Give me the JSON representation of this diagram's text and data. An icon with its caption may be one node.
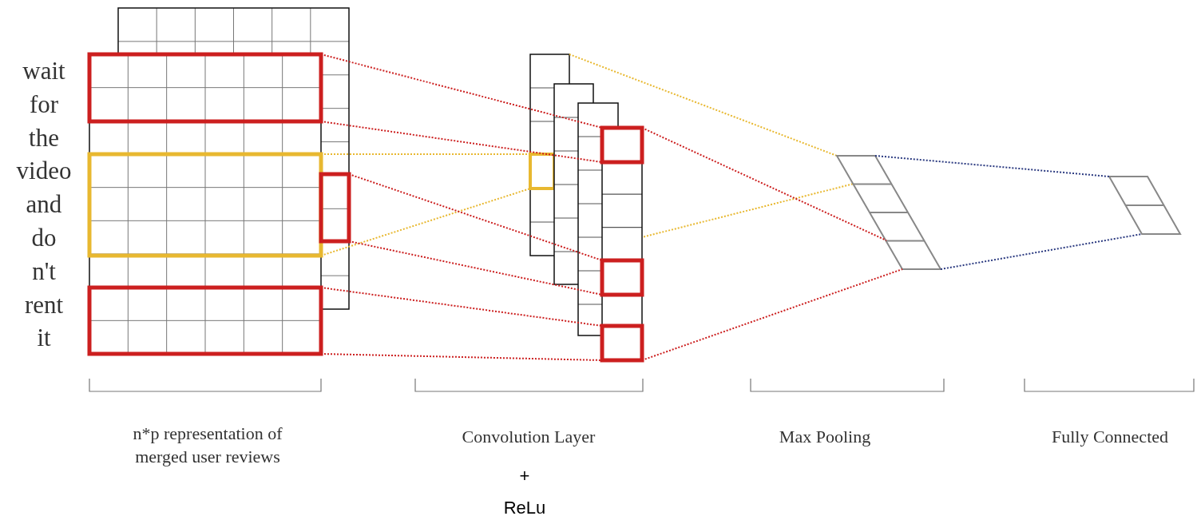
{
  "diagram": {
    "nodes": [
      {
        "text": [],
        "shape": "box"
      },
      {
        "text": [],
        "shape": "box"
      },
      {
        "text": [],
        "shape": "box"
      },
      {
        "text": [],
        "shape": "box"
      },
      {
        "text": [],
        "shape": "box"
      },
      {
        "text": [],
        "shape": "box",
        "in": 4
      },
      {
        "text": [],
        "shape": "box"
      },
      {
        "text": [],
        "shape": "box",
        "in": 6
      },
      {
        "text": [],
        "shape": "box",
        "in": 6
      },
      {
        "text": [],
        "shape": "box",
        "in": 6
      },
      {
        "text": [],
        "shape": "box"
      },
      {
        "text": [],
        "shape": "box"
      }
    ],
    "edges": [
      {
        "from": 0,
        "to": 7,
        "arrow": "none",
        "style": "dashed"
      },
      {
        "from": 0,
        "to": 7,
        "arrow": "none",
        "style": "dashed"
      },
      {
        "from": 1,
        "to": 5,
        "arrow": "none",
        "style": "dashed",
        "color": "#e8b830"
      },
      {
        "from": 1,
        "to": 5,
        "arrow": "none",
        "style": "dashed",
        "color": "#e8b830"
      },
      {
        "from": 2,
        "to": 8,
        "arrow": "none",
        "style": "dashed"
      },
      {
        "from": 2,
        "to": 8,
        "arrow": "none",
        "style": "dashed"
      },
      {
        "from": 3,
        "to": 9,
        "arrow": "none",
        "style": "dashed"
      },
      {
        "from": 3,
        "to": 9,
        "arrow": "none",
        "style": "dashed"
      },
      {
        "from": 4,
        "to": 10,
        "arrow": "none",
        "style": "dashed",
        "color": "#e8b830"
      },
      {
        "from": 4,
        "to": 10,
        "arrow": "none",
        "style": "dashed",
        "color": "#e8b830"
      },
      {
        "from": 7,
        "to": 10,
        "arrow": "none",
        "style": "dashed"
      },
      {
        "from": 9,
        "to": 10,
        "arrow": "none",
        "style": "dashed"
      },
      {
        "from": 10,
        "to": 11,
        "arrow": "none",
        "style": "dashed",
        "color": "#2b3a80"
      },
      {
        "from": 10,
        "to": 11,
        "arrow": "none",
        "style": "dashed",
        "color": "#2b3a80"
      }
    ],
    "labels": [
      "wait",
      "for",
      "the",
      "video",
      "and",
      "do",
      "n't",
      "rent",
      "it",
      "n*p representation of merged user reviews",
      "Convolution Layer",
      "Max Pooling",
      "Fully Connected",
      "+",
      "ReLu"
    ]
  }
}
